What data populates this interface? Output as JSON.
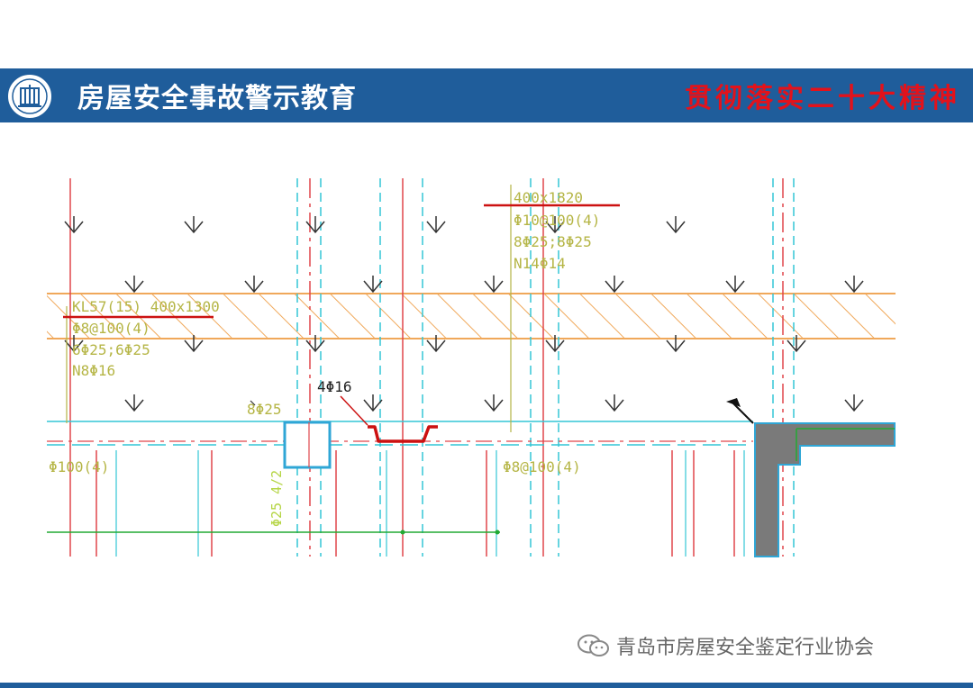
{
  "header": {
    "title": "房屋安全事故警示教育",
    "slogan": "贯彻落实二十大精神",
    "logo_icon": "association-seal-icon"
  },
  "drawing": {
    "beam_label": "KL57(15) 400x1300",
    "beam_stirrup": "Φ8@100(4)",
    "beam_rebar": "6Φ25;6Φ25",
    "beam_side_bars": "N8Φ16",
    "top_beam_size": "400x1820",
    "top_beam_stirrup": "Φ10@100(4)",
    "top_beam_rebar": "8Φ25;8Φ25",
    "top_beam_side_bars": "N14Φ14",
    "bar_4phi16": "4Φ16",
    "bar_8phi25": "8Φ25",
    "stirrup_left": "Φ100(4)",
    "stirrup_right": "Φ8@100(4)",
    "vertical_label": "Φ25 4/2"
  },
  "footer": {
    "icon": "wechat-icon",
    "text": "青岛市房屋安全鉴定行业协会"
  },
  "colors": {
    "header_bg": "#1f5d9b",
    "slogan": "#e3121b",
    "cyan": "#33c6d6",
    "red_line": "#e0464b",
    "hatch": "#f0a85a",
    "annotation": "#b5b545",
    "highlight_red": "#cc1111",
    "gray_wall": "#7a7a7a",
    "green": "#22aa33"
  }
}
